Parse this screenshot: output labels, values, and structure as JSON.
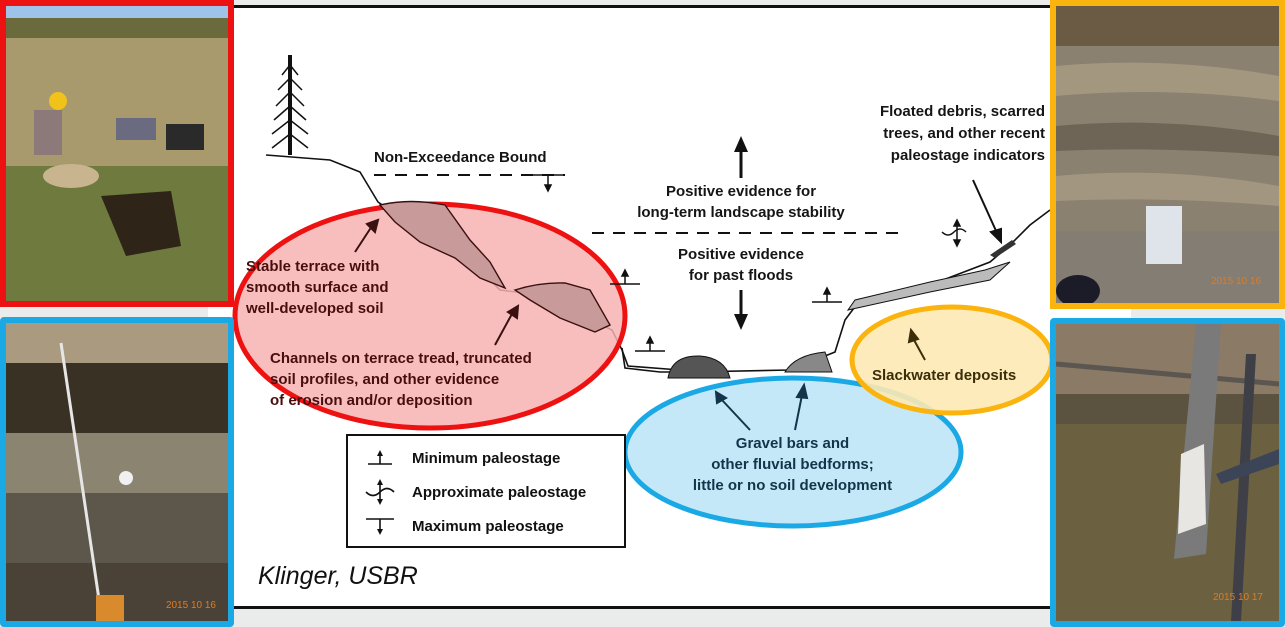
{
  "diagram": {
    "credit": "Klinger, USBR",
    "labels": {
      "non_exceedance": "Non-Exceedance Bound",
      "stability_line1": "Positive evidence for",
      "stability_line2": "long-term landscape stability",
      "floods_line1": "Positive evidence",
      "floods_line2": "for past floods",
      "floated_line1": "Floated debris, scarred",
      "floated_line2": "trees, and other recent",
      "floated_line3": "paleostage indicators",
      "terrace_line1": "Stable terrace with",
      "terrace_line2": "smooth surface and",
      "terrace_line3": "well-developed soil",
      "channels_line1": "Channels on terrace tread, truncated",
      "channels_line2": "soil profiles, and other evidence",
      "channels_line3": "of erosion and/or deposition",
      "gravel_line1": "Gravel bars and",
      "gravel_line2": "other fluvial bedforms;",
      "gravel_line3": "little or no soil development",
      "slackwater": "Slackwater deposits"
    },
    "legend": [
      {
        "icon": "minimum-paleostage-symbol",
        "label": "Minimum paleostage"
      },
      {
        "icon": "approximate-paleostage-symbol",
        "label": "Approximate paleostage"
      },
      {
        "icon": "maximum-paleostage-symbol",
        "label": "Maximum paleostage"
      }
    ],
    "highlight_colors": {
      "red": "#ee1111",
      "blue": "#1aa9e5",
      "yellow": "#fbb40d",
      "red_fill": "#f7b3b3",
      "blue_fill": "#bfe6f7",
      "yellow_fill": "#fde9b4"
    }
  },
  "photos": [
    {
      "name": "field-pit-photo",
      "frame": "red",
      "stamp": ""
    },
    {
      "name": "soil-profile-photo",
      "frame": "blue",
      "stamp": "2015 10 16"
    },
    {
      "name": "slackwater-exposure-photo",
      "frame": "yellow",
      "stamp": "2015 10 16"
    },
    {
      "name": "scarred-tree-photo",
      "frame": "blue",
      "stamp": "2015 10 17"
    }
  ]
}
